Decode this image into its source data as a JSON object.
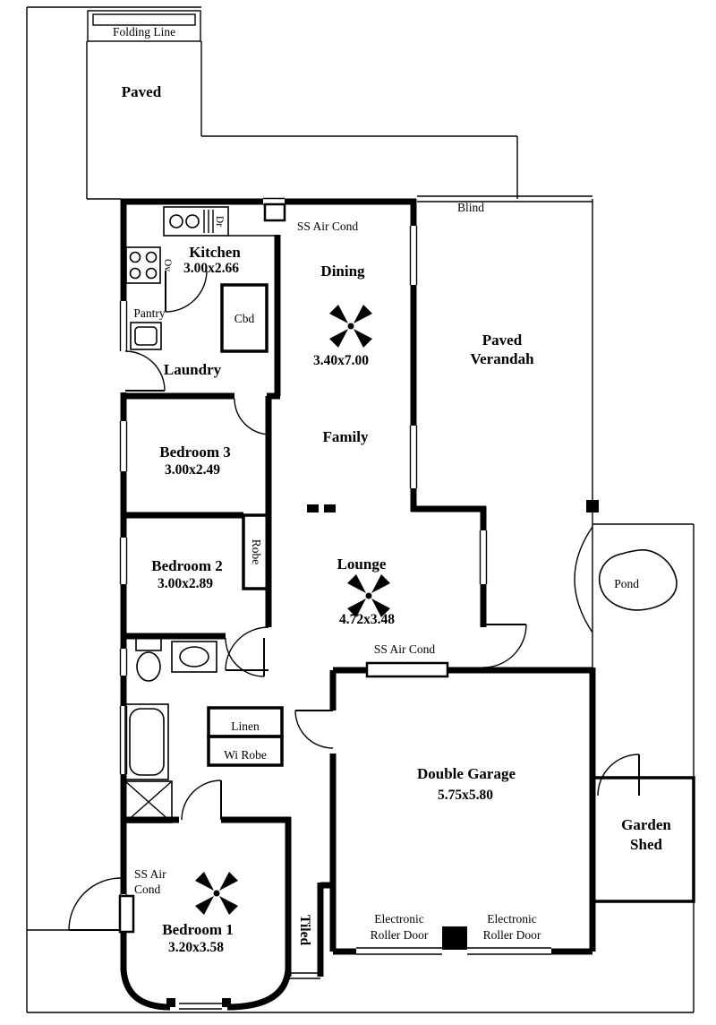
{
  "site": {
    "folding_line": "Folding Line",
    "paved_courtyard": "Paved",
    "blind": "Blind",
    "paved_verandah_line1": "Paved",
    "paved_verandah_line2": "Verandah",
    "pond": "Pond",
    "garden_shed_line1": "Garden",
    "garden_shed_line2": "Shed"
  },
  "rooms": {
    "kitchen_name": "Kitchen",
    "kitchen_dims": "3.00x2.66",
    "dining_name": "Dining",
    "dining_family_dims": "3.40x7.00",
    "family_name": "Family",
    "lounge_name": "Lounge",
    "lounge_dims": "4.72x3.48",
    "laundry_name": "Laundry",
    "bedroom1_name": "Bedroom 1",
    "bedroom1_dims": "3.20x3.58",
    "bedroom2_name": "Bedroom 2",
    "bedroom2_dims": "3.00x2.89",
    "bedroom3_name": "Bedroom 3",
    "bedroom3_dims": "3.00x2.49",
    "garage_name": "Double Garage",
    "garage_dims": "5.75x5.80"
  },
  "storage": {
    "pantry": "Pantry",
    "cbd": "Cbd",
    "robe": "Robe",
    "linen": "Linen",
    "wi_robe": "Wi Robe",
    "tiled": "Tiled",
    "dr": "Dr",
    "ov": "Ov"
  },
  "equipment": {
    "aircon_dining": "SS Air Cond",
    "aircon_lounge": "SS Air Cond",
    "aircon_bed1_line1": "SS Air",
    "aircon_bed1_line2": "Cond",
    "roller_left_line1": "Electronic",
    "roller_left_line2": "Roller Door",
    "roller_right_line1": "Electronic",
    "roller_right_line2": "Roller Door"
  }
}
